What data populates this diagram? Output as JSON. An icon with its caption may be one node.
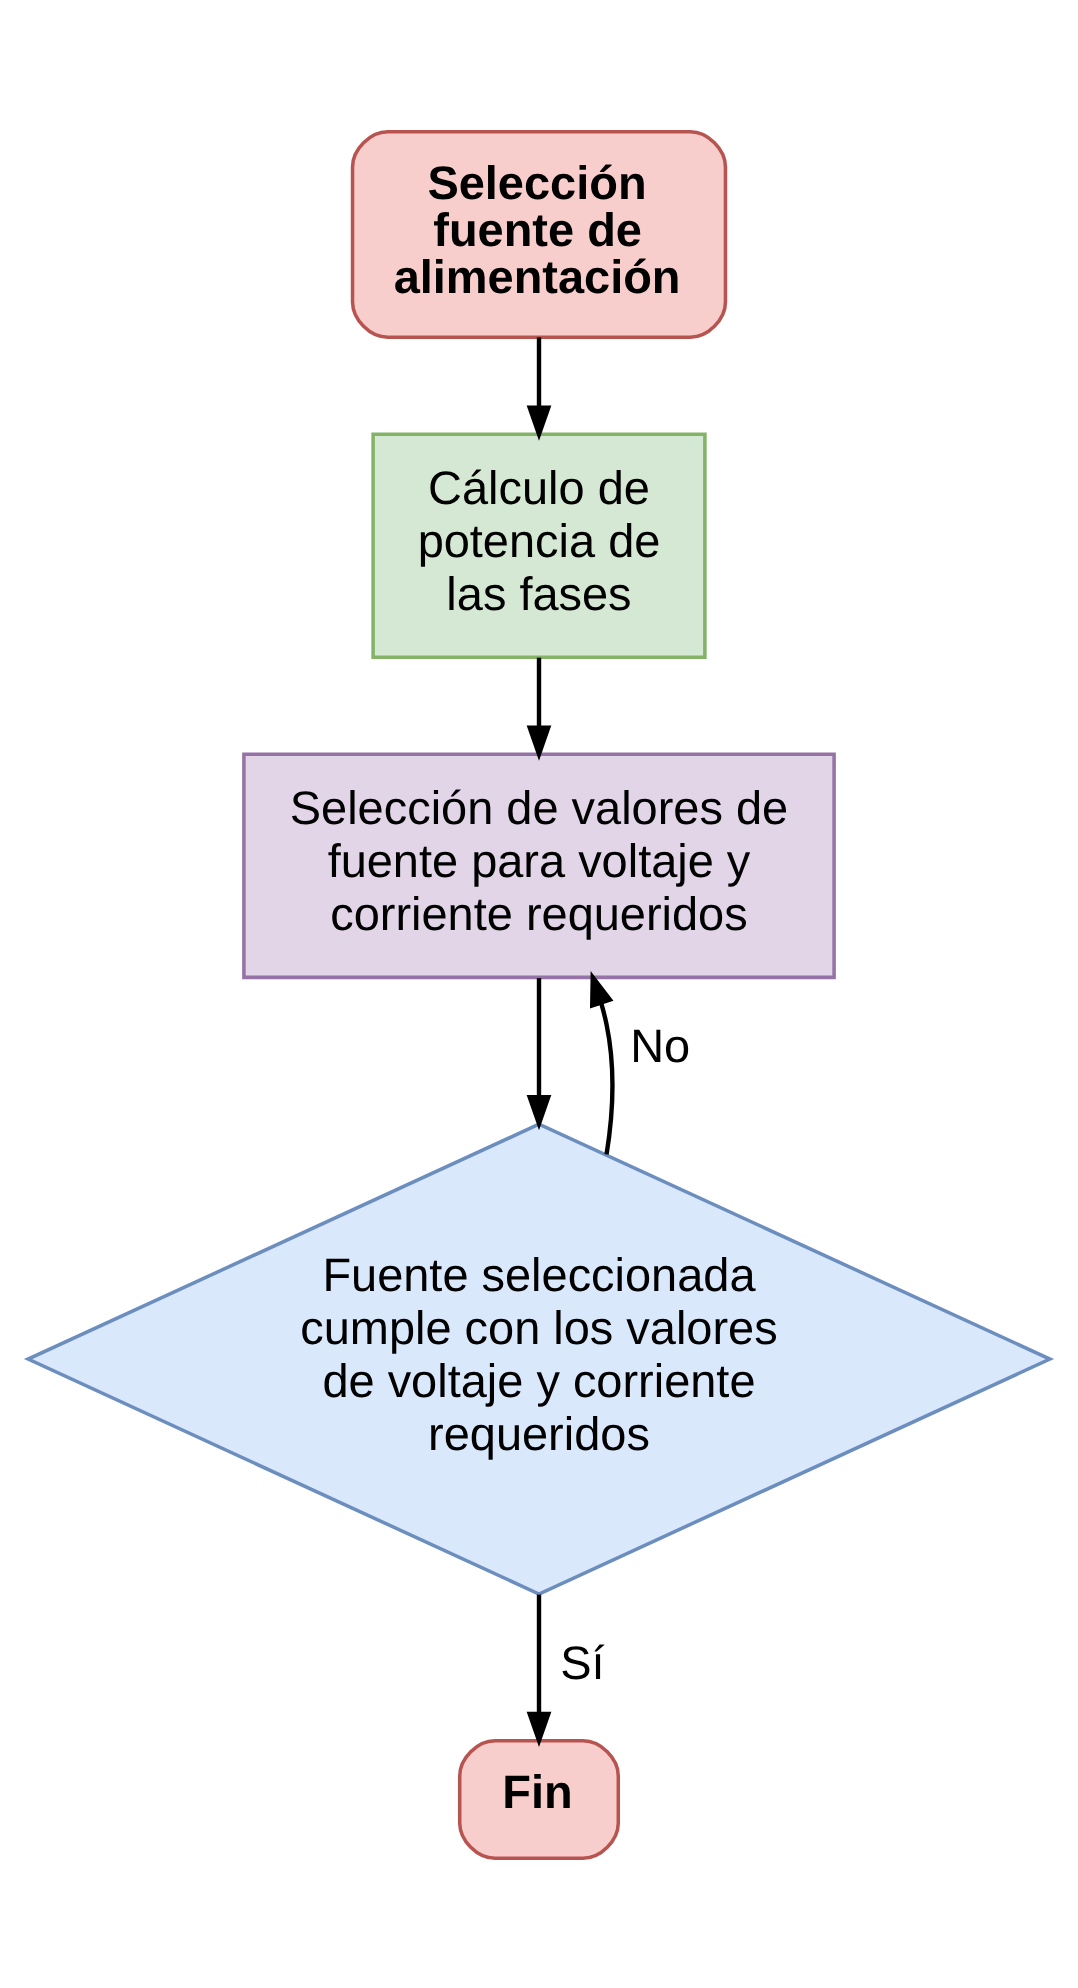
{
  "diagram": {
    "nodes": [
      {
        "text": [
          "Selección fuente de alimentación"
        ]
      },
      {
        "text": [
          "Cálculo de potencia de las fases"
        ]
      },
      {
        "text": [
          "Selección de valores de fuente para voltaje y corriente requeridos"
        ]
      },
      {
        "text": [
          "Fuente seleccionada cumple con los valores de voltaje y corriente requeridos"
        ]
      },
      {
        "text": [
          "Fin"
        ]
      }
    ],
    "edges": [
      {
        "from": 0,
        "to": 1,
        "arrow": "to"
      },
      {
        "from": 1,
        "to": 2,
        "arrow": "to"
      },
      {
        "from": 2,
        "to": 3,
        "arrow": "to"
      },
      {
        "from": 3,
        "to": 2,
        "arrow": "to",
        "label": "No"
      },
      {
        "from": 3,
        "to": 4,
        "arrow": "to",
        "label": "Sí"
      }
    ]
  }
}
